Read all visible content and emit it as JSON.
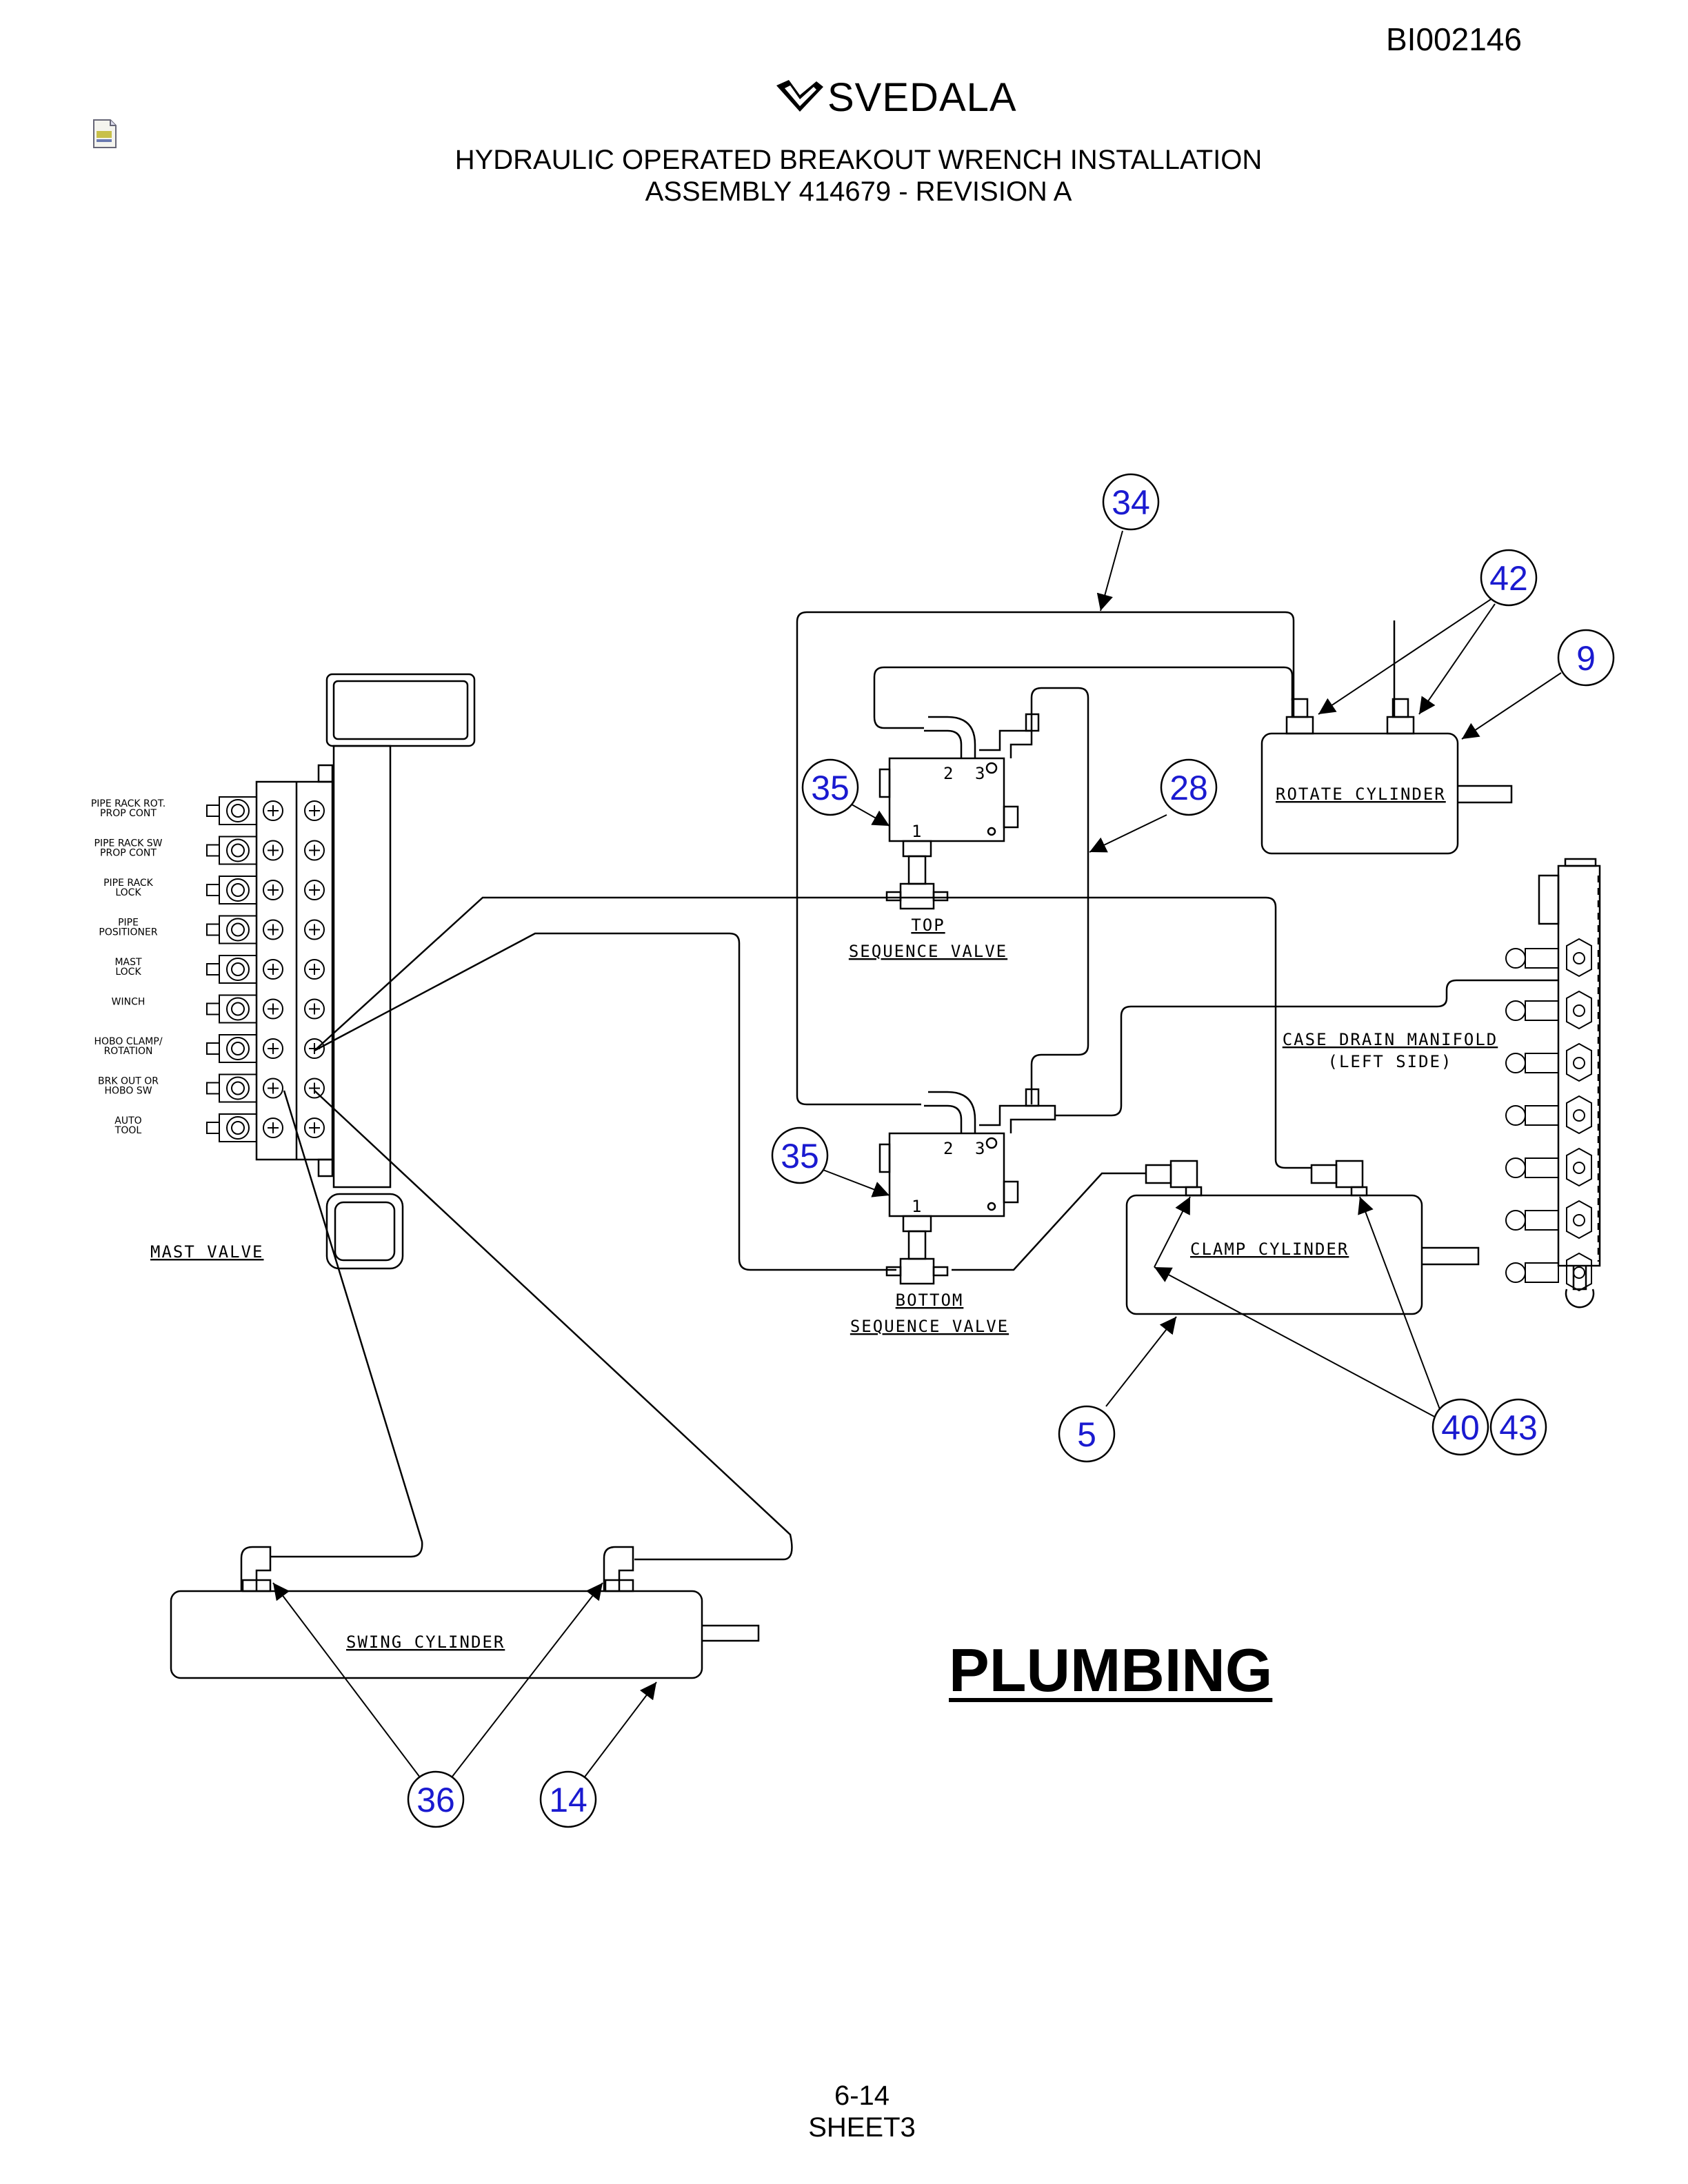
{
  "header": {
    "doc_id": "BI002146",
    "brand": "SVEDALA",
    "title_line1": "HYDRAULIC OPERATED BREAKOUT WRENCH INSTALLATION",
    "title_line2": "ASSEMBLY 414679 - REVISION A"
  },
  "diagram": {
    "heading": "PLUMBING",
    "components": {
      "rotate_cylinder": "ROTATE CYLINDER",
      "top_valve_line1": "TOP",
      "top_valve_line2": "SEQUENCE VALVE",
      "bottom_valve_line1": "BOTTOM",
      "bottom_valve_line2": "SEQUENCE VALVE",
      "case_drain_line1": "CASE DRAIN MANIFOLD",
      "case_drain_line2": "(LEFT SIDE)",
      "clamp_cylinder": "CLAMP CYLINDER",
      "mast_valve": "MAST VALVE",
      "swing_cylinder": "SWING CYLINDER"
    },
    "mast_valve_labels": [
      [
        "PIPE RACK ROT.",
        "PROP CONT"
      ],
      [
        "PIPE RACK SW",
        "PROP CONT"
      ],
      [
        "PIPE RACK",
        "LOCK"
      ],
      [
        "PIPE",
        "POSITIONER"
      ],
      [
        "MAST",
        "LOCK"
      ],
      [
        "WINCH",
        ""
      ],
      [
        "HOBO CLAMP/",
        "ROTATION"
      ],
      [
        "BRK OUT OR",
        "HOBO SW"
      ],
      [
        "AUTO",
        "TOOL"
      ]
    ],
    "port_numbers": {
      "p1": "1",
      "p2": "2",
      "p3": "3"
    },
    "callouts": {
      "c34": "34",
      "c42": "42",
      "c9": "9",
      "c35a": "35",
      "c28": "28",
      "c35b": "35",
      "c5": "5",
      "c40": "40",
      "c43": "43",
      "c36": "36",
      "c14": "14"
    },
    "colors": {
      "callout": "#1a1ad0",
      "line": "#000000"
    }
  },
  "footer": {
    "page": "6-14",
    "sheet": "SHEET3"
  }
}
